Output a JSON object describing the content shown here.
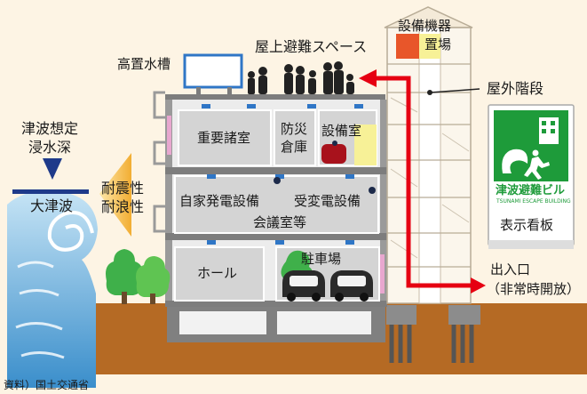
{
  "labels": {
    "rooftop_space": "屋上避難スペース",
    "water_tank": "高置水槽",
    "equipment_yard_line1": "設備機器",
    "equipment_yard_line2": "置場",
    "outdoor_stairs": "屋外階段",
    "tsunami_depth_line1": "津波想定",
    "tsunami_depth_line2": "浸水深",
    "big_tsunami": "大津波",
    "quake_resist": "耐震性",
    "wave_resist": "耐浪性",
    "important_rooms": "重要諸室",
    "disaster_storage_line1": "防災",
    "disaster_storage_line2": "倉庫",
    "equipment_room": "設備室",
    "private_generator": "自家発電設備",
    "substation": "受変電設備",
    "meeting_rooms": "会議室等",
    "hall": "ホール",
    "parking": "駐車場",
    "entrance_line1": "出入口",
    "entrance_line2": "（非常時開放）",
    "sign_title": "津波避難ビル",
    "sign_sub": "TSUNAMI ESCAPE BUILDING",
    "sign_caption": "表示看板",
    "source": "資料）国土交通省"
  },
  "colors": {
    "background": "#fdf4e4",
    "ground": "#b56a24",
    "red_arrow": "#e60012",
    "sign_green": "#1e9b3a",
    "room_fill": "#d4d4d4",
    "building_gray": "#7d7d7d",
    "tsunami_blue": "#2e8fd2",
    "equipment_yellow": "#f7f197"
  },
  "icons": [
    "escape-person-icon",
    "tree-icon",
    "car-icon",
    "tsunami-wave-icon"
  ]
}
